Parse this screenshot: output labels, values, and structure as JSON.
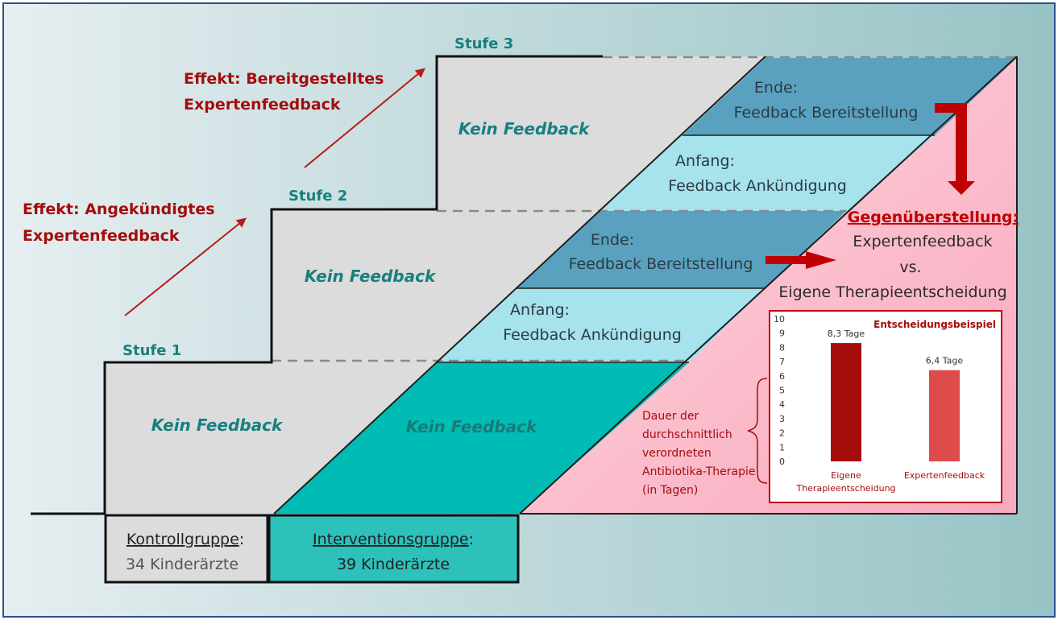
{
  "steps": {
    "stufe1": "Stufe 1",
    "stufe2": "Stufe 2",
    "stufe3": "Stufe 3"
  },
  "effects": {
    "effect1_line1": "Effekt: Angekündigtes",
    "effect1_line2": "Expertenfeedback",
    "effect2_line1": "Effekt: Bereitgestelltes",
    "effect2_line2": "Expertenfeedback"
  },
  "blocks": {
    "kein_feedback": "Kein Feedback"
  },
  "bands": {
    "ende_title": "Ende:",
    "ende_text": "Feedback Bereitstellung",
    "anfang_title": "Anfang:",
    "anfang_text": "Feedback Ankündigung"
  },
  "comparison": {
    "heading": "Gegenüberstellung:",
    "line1": "Expertenfeedback",
    "line2": "vs.",
    "line3": "Eigene Therapieentscheidung"
  },
  "duration_note": {
    "line1": "Dauer der",
    "line2": "durchschnittlich",
    "line3": "verordneten",
    "line4": "Antibiotika-Therapie",
    "line5": "(in Tagen)"
  },
  "groups": {
    "control_name": "Kontrollgruppe",
    "control_colon": ":",
    "control_count": "34 Kinderärzte",
    "intervention_name": "Interventionsgruppe",
    "intervention_colon": ":",
    "intervention_count": "39 Kinderärzte"
  },
  "colors": {
    "teal_text": "#17807f",
    "effect_red": "#a30d0d",
    "teal_fill": "#00bcb4",
    "light_cyan": "#a6e3ec",
    "steel_blue": "#5aa1c0",
    "pink": "#ffc0cb",
    "bar_dark": "#a50d0d",
    "bar_light": "#dd4b4b"
  },
  "chart_data": {
    "type": "bar",
    "title": "Entscheidungsbeispiel",
    "categories": [
      "Eigene Therapieentscheidung",
      "Expertenfeedback"
    ],
    "category_lines": [
      [
        "Eigene",
        "Therapieentscheidung"
      ],
      [
        "Expertenfeedback"
      ]
    ],
    "values": [
      8.3,
      6.4
    ],
    "value_labels": [
      "8,3 Tage",
      "6,4 Tage"
    ],
    "ylim": [
      0,
      10
    ],
    "yticks": [
      0,
      1,
      2,
      3,
      4,
      5,
      6,
      7,
      8,
      9,
      10
    ],
    "grid": false
  }
}
